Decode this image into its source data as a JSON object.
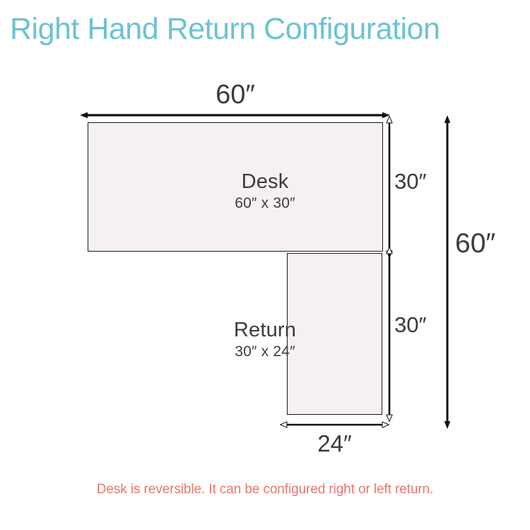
{
  "title": "Right Hand Return Configuration",
  "theme": {
    "title_color": "#6CC2D4",
    "panel_fill": "#F5F1F2",
    "panel_stroke": "#1b1b1b",
    "text_color": "#3b3b3b",
    "footnote_color": "#E8776C",
    "background": "#ffffff"
  },
  "panels": [
    {
      "key": "desk",
      "name": "Desk",
      "dims_label": "60″ x 30″",
      "width_in": 60,
      "depth_in": 30
    },
    {
      "key": "return",
      "name": "Return",
      "dims_label": "30″ x 24″",
      "width_in": 24,
      "depth_in": 30
    }
  ],
  "dimensions": {
    "top_width": "60″",
    "desk_depth": "30″",
    "return_depth": "30″",
    "total_height": "60″",
    "return_width": "24″"
  },
  "footnote": "Desk is reversible. It can be configured right or left return."
}
